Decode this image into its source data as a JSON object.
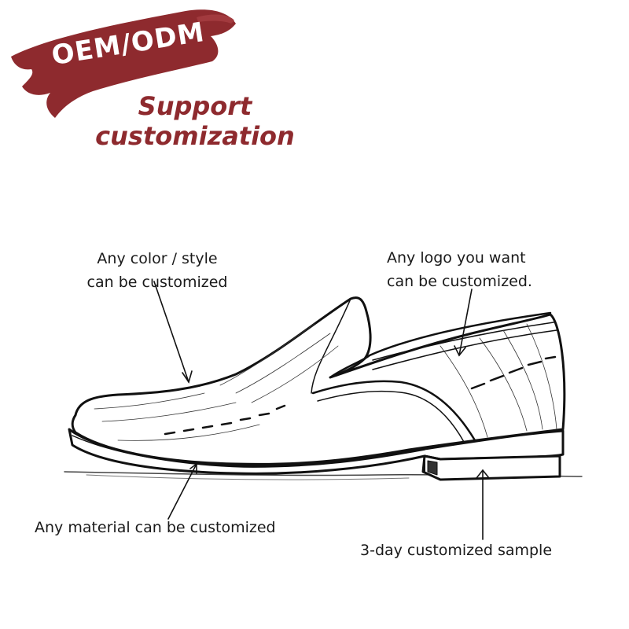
{
  "badge": {
    "label": "OEM/ODM",
    "color": "#8e2a2e"
  },
  "headline": {
    "line1": "Support",
    "line2": "customization",
    "color": "#8e2a2e"
  },
  "callouts": {
    "color_style": {
      "line1": "Any color / style",
      "line2": "can be customized"
    },
    "logo": {
      "line1": "Any logo you want",
      "line2": "can be customized."
    },
    "material": {
      "text": "Any material can be customized"
    },
    "sample": {
      "text": "3-day customized sample"
    }
  },
  "illustration": {
    "subject": "loafer-shoe-sketch"
  }
}
